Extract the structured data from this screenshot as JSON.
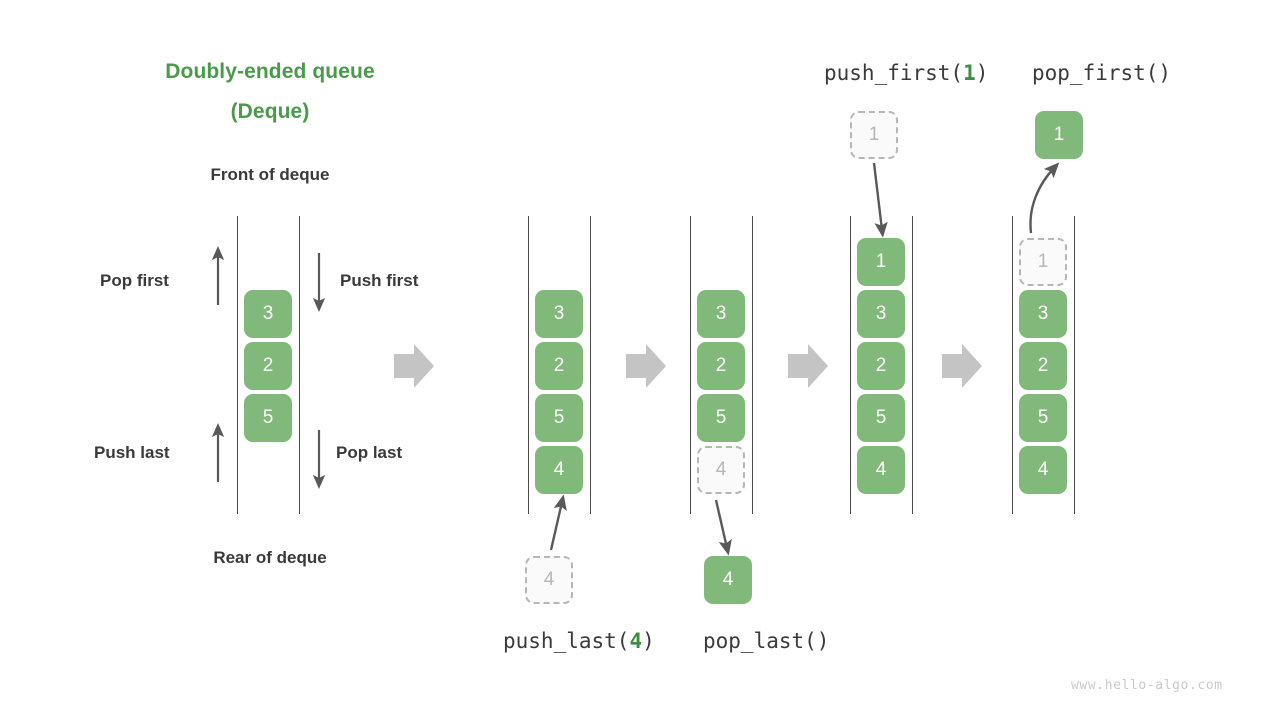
{
  "title": {
    "line1": "Doubly-ended queue",
    "line2": "(Deque)"
  },
  "labels": {
    "front_of_deque": "Front of deque",
    "rear_of_deque": "Rear of deque",
    "pop_first": "Pop first",
    "push_first": "Push first",
    "push_last": "Push last",
    "pop_last": "Pop last"
  },
  "operations": {
    "push_first": {
      "name": "push_first(",
      "arg": "1",
      "close": ")"
    },
    "pop_first": {
      "name": "pop_first()",
      "arg": "",
      "close": ""
    },
    "push_last": {
      "name": "push_last(",
      "arg": "4",
      "close": ")"
    },
    "pop_last": {
      "name": "pop_last()",
      "arg": "",
      "close": ""
    }
  },
  "colors": {
    "accent_green": "#81b97a",
    "title_green": "#4a9a4a",
    "ghost_gray": "#b6b6b6",
    "arrow_gray": "#595959",
    "block_arrow_gray": "#c4c4c4",
    "rail_gray": "#4a4a4a",
    "text_dark": "#3a3a3a"
  },
  "columns": [
    {
      "id": "overview",
      "caption": "",
      "items": [
        "3",
        "2",
        "5"
      ]
    },
    {
      "id": "push-last-before",
      "caption": "push_last(4)",
      "items": [
        "3",
        "2",
        "5",
        "4"
      ],
      "incoming_value": "4"
    },
    {
      "id": "pop-last-after",
      "caption": "pop_last()",
      "items": [
        "3",
        "2",
        "5",
        "4"
      ],
      "outgoing_value": "4"
    },
    {
      "id": "push-first-after",
      "caption": "push_first(1)",
      "items": [
        "1",
        "3",
        "2",
        "5",
        "4"
      ],
      "incoming_value": "1"
    },
    {
      "id": "pop-first-after",
      "caption": "pop_first()",
      "items": [
        "1",
        "3",
        "2",
        "5",
        "4"
      ],
      "outgoing_value": "1"
    }
  ],
  "watermark": "www.hello-algo.com",
  "floating_boxes": {
    "push_last_source": "4",
    "pop_last_result": "4",
    "push_first_source": "1",
    "pop_first_result": "1"
  }
}
